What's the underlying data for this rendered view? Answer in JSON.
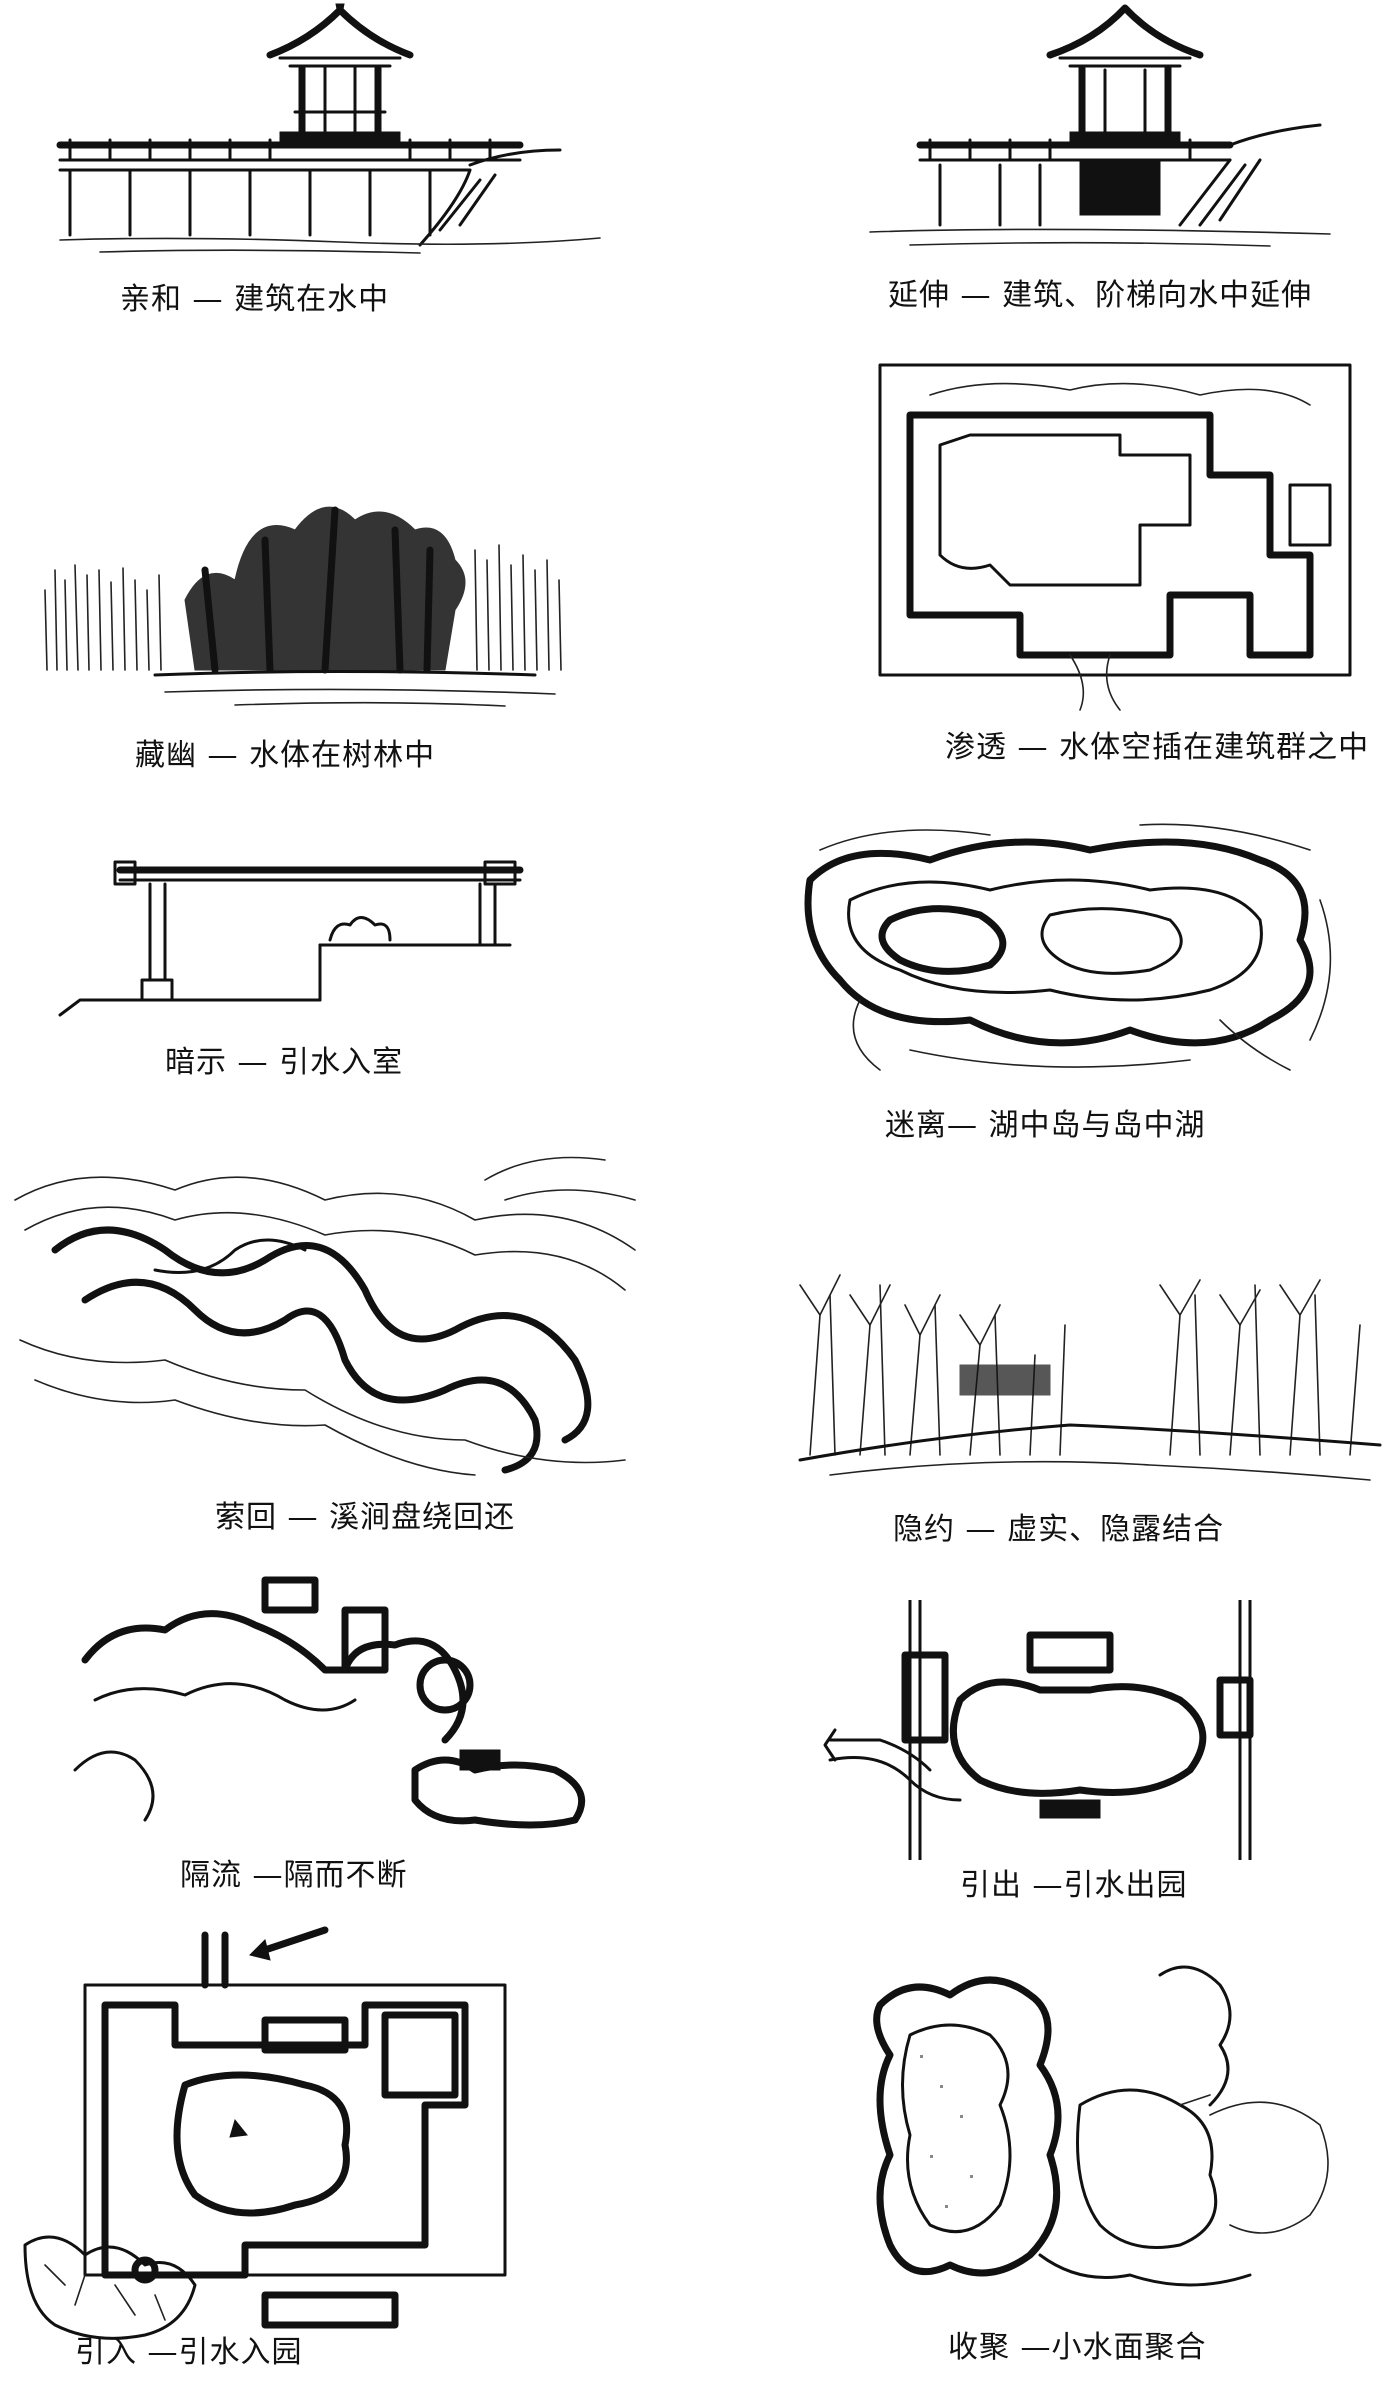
{
  "figures": [
    {
      "id": "qinhe",
      "caption": "亲和 — 建筑在水中"
    },
    {
      "id": "yanshen",
      "caption": "延伸 — 建筑、阶梯向水中延伸"
    },
    {
      "id": "cangyou",
      "caption": "藏幽 — 水体在树林中"
    },
    {
      "id": "shentou",
      "caption": "渗透 — 水体空插在建筑群之中"
    },
    {
      "id": "anshi",
      "caption": "暗示 — 引水入室"
    },
    {
      "id": "mili",
      "caption": "迷离— 湖中岛与岛中湖"
    },
    {
      "id": "yinghui",
      "caption": "萦回 — 溪涧盘绕回还"
    },
    {
      "id": "yinyue",
      "caption": "隐约 — 虚实、隐露结合"
    },
    {
      "id": "geliu",
      "caption": "隔流 —隔而不断"
    },
    {
      "id": "yinchu",
      "caption": "引出 —引水出园"
    },
    {
      "id": "yinru",
      "caption": "引入 —引水入园"
    },
    {
      "id": "shouju",
      "caption": "收聚 —小水面聚合"
    }
  ]
}
